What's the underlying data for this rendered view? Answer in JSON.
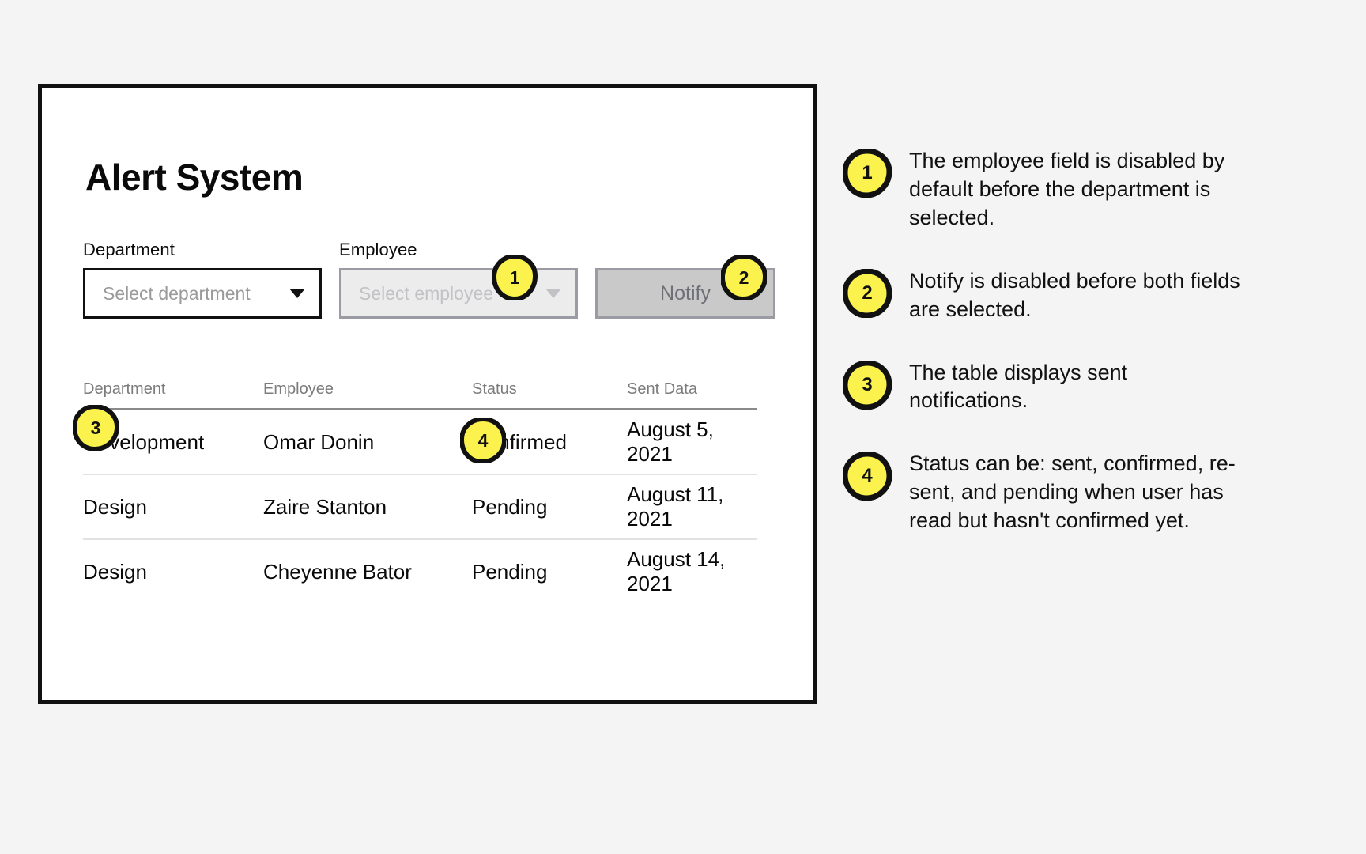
{
  "canvas": {
    "background": "#f4f4f4",
    "card_border_color": "#111111",
    "accent_color": "#fbf24d"
  },
  "screen": {
    "title": "Alert System"
  },
  "form": {
    "department": {
      "label": "Department",
      "placeholder": "Select department",
      "value": "",
      "state": "enabled",
      "caret_icon": "chevron-down-icon"
    },
    "employee": {
      "label": "Employee",
      "placeholder": "Select employee",
      "value": "",
      "state": "disabled",
      "caret_icon": "chevron-down-icon"
    },
    "notify_button": {
      "label": "Notify",
      "state": "disabled"
    }
  },
  "table": {
    "columns": [
      "Department",
      "Employee",
      "Status",
      "Sent Data"
    ],
    "rows": [
      {
        "department": "Development",
        "employee": "Omar Donin",
        "status": "Confirmed",
        "sent_data": "August 5, 2021"
      },
      {
        "department": "Design",
        "employee": "Zaire Stanton",
        "status": "Pending",
        "sent_data": "August 11, 2021"
      },
      {
        "department": "Design",
        "employee": "Cheyenne Bator",
        "status": "Pending",
        "sent_data": "August 14, 2021"
      }
    ]
  },
  "callouts": {
    "markers": [
      {
        "number": "1"
      },
      {
        "number": "2"
      },
      {
        "number": "3"
      },
      {
        "number": "4"
      }
    ],
    "notes": [
      {
        "number": "1",
        "text": "The employee field is disabled by default before the department is selected."
      },
      {
        "number": "2",
        "text": "Notify is disabled before both fields are selected."
      },
      {
        "number": "3",
        "text": "The table displays sent notifications."
      },
      {
        "number": "4",
        "text": "Status can be: sent, confirmed, re-sent, and pending when user has read but hasn't confirmed yet."
      }
    ]
  }
}
